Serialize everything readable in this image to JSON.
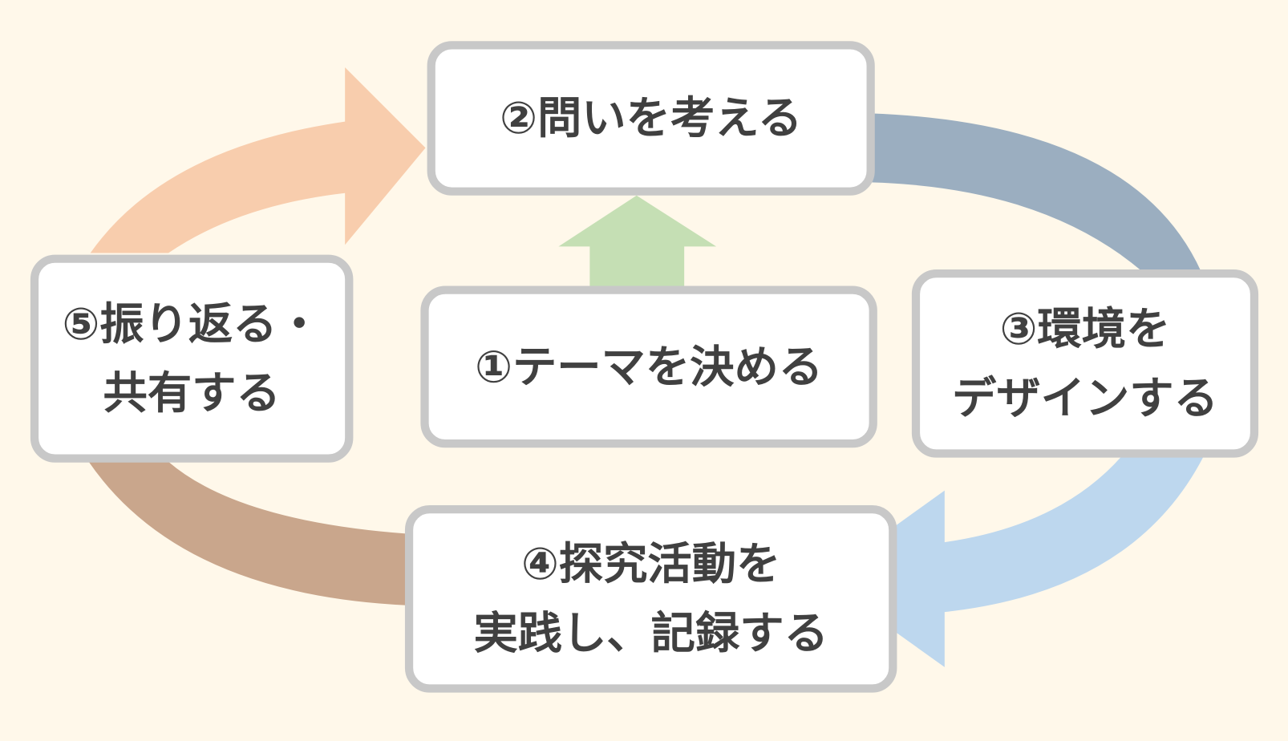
{
  "steps": {
    "step1": {
      "lines": [
        "①テーマを決める"
      ]
    },
    "step2": {
      "lines": [
        "②問いを考える"
      ]
    },
    "step3": {
      "lines": [
        "③環境を",
        "デザインする"
      ]
    },
    "step4": {
      "lines": [
        "④探究活動を",
        "実践し、記録する"
      ]
    },
    "step5": {
      "lines": [
        "⑤振り返る・",
        "共有する"
      ]
    }
  },
  "colors": {
    "background": "#FFF8EA",
    "arrow_5_to_2": "#F8CDAD",
    "arrow_2_to_3": "#9BAEC0",
    "arrow_3_to_4": "#BDD7EE",
    "arrow_4_to_5": "#C9A68C",
    "arrow_1_to_2": "#C5DFB4",
    "box_border": "#C8C8C8",
    "text": "#404040"
  }
}
